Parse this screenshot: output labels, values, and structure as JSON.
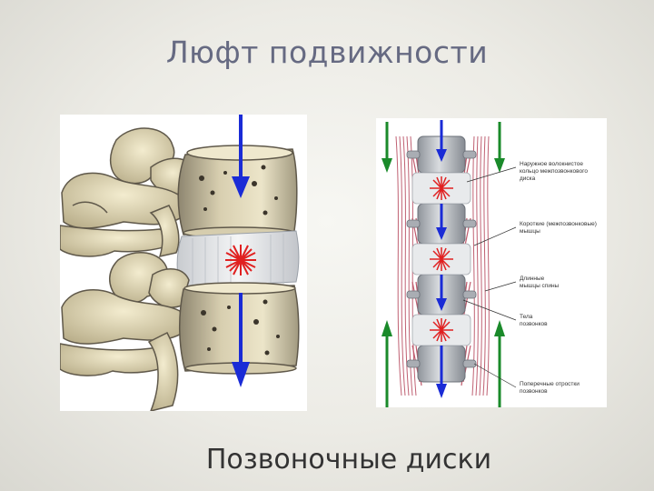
{
  "slide": {
    "title": "Люфт подвижности",
    "subtitle": "Позвоночные диски"
  },
  "right_figure": {
    "labels": [
      {
        "line1": "Наружное волокнистое",
        "line2": "кольцо межпозвонкового",
        "line3": "диска"
      },
      {
        "line1": "Короткие (межпозвонковые)",
        "line2": "мышцы",
        "line3": ""
      },
      {
        "line1": "Длинные",
        "line2": "мышцы спины",
        "line3": ""
      },
      {
        "line1": "Тела",
        "line2": "позвонков",
        "line3": ""
      },
      {
        "line1": "Поперечные отростки",
        "line2": "позвонков",
        "line3": ""
      }
    ]
  },
  "colors": {
    "title": "#666a82",
    "arrow_blue": "#1a2bd6",
    "arrow_green": "#1a8a2a",
    "star_red": "#e02020",
    "bone": "#dcd3b6",
    "bone_outline": "#6b6450",
    "muscle": "#b5455a"
  },
  "icons": {
    "compression_arrow": "down-arrow",
    "load_star": "red-starburst",
    "support_arrow": "up-arrow"
  }
}
